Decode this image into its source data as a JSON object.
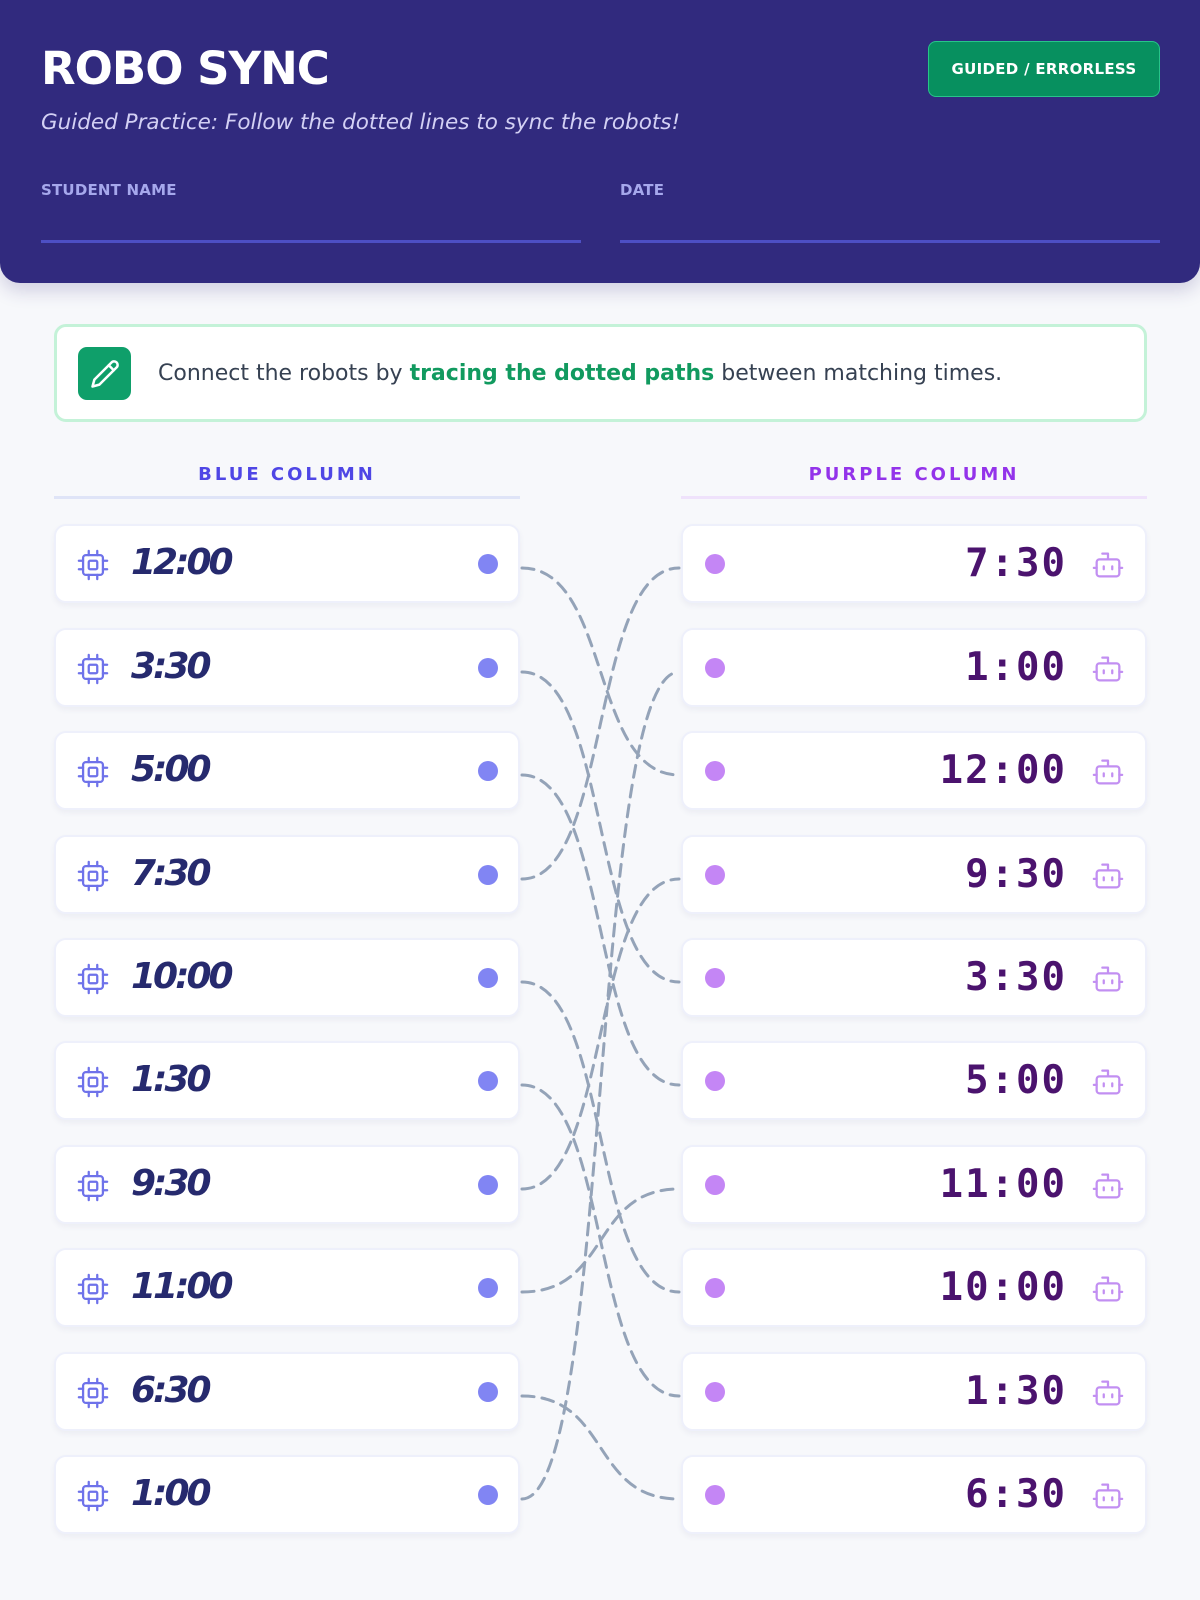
{
  "header": {
    "title": "ROBO SYNC",
    "subtitle": "Guided Practice: Follow the dotted lines to sync the robots!",
    "mode_badge": "GUIDED / ERRORLESS",
    "fields": {
      "student_name_label": "STUDENT NAME",
      "date_label": "DATE"
    }
  },
  "instruction": {
    "icon": "pencil-icon",
    "text_before": "Connect the robots by ",
    "text_highlight": "tracing the dotted paths",
    "text_after": " between matching times."
  },
  "columns": {
    "left": {
      "heading": "BLUE COLUMN",
      "icon": "chip-icon",
      "items": [
        "12:00",
        "3:30",
        "5:00",
        "7:30",
        "10:00",
        "1:30",
        "9:30",
        "11:00",
        "6:30",
        "1:00"
      ]
    },
    "right": {
      "heading": "PURPLE COLUMN",
      "icon": "robot-icon",
      "items": [
        "7:30",
        "1:00",
        "12:00",
        "9:30",
        "3:30",
        "5:00",
        "11:00",
        "10:00",
        "1:30",
        "6:30"
      ]
    }
  },
  "colors": {
    "header_bg": "#312a7e",
    "badge_bg": "#07905f",
    "blue_accent": "#4f46e5",
    "purple_accent": "#9333ea",
    "blue_dot": "#8185f3",
    "purple_dot": "#c486f5",
    "path_color": "#94a3b8"
  }
}
